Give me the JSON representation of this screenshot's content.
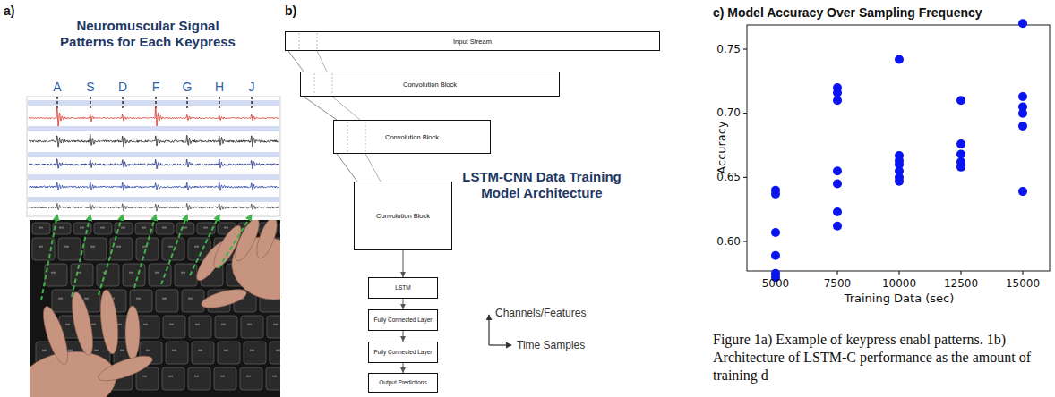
{
  "diagram": {
    "caption": "Figure 1a) Example of keypress enabl patterns. 1b) Architecture of LSTM-C performance as the amount of training d",
    "nodes": [
      {
        "text": [
          "Input Stream"
        ]
      },
      {
        "text": [
          "Convolution Block"
        ]
      },
      {
        "text": [
          "Convolution Block"
        ]
      },
      {
        "text": [
          "Convolution Block"
        ]
      },
      {
        "text": [
          "LSTM"
        ]
      },
      {
        "text": [
          "Fully Connected Layer"
        ]
      },
      {
        "text": [
          "Fully Connected Layer"
        ]
      },
      {
        "text": [
          "Output Predictions"
        ]
      }
    ],
    "edges": [
      {
        "from": 0,
        "to": 1,
        "arrow": "none"
      },
      {
        "from": 1,
        "to": 2,
        "arrow": "none"
      },
      {
        "from": 2,
        "to": 3,
        "arrow": "none"
      },
      {
        "from": 3,
        "to": 4,
        "arrow": "to"
      },
      {
        "from": 4,
        "to": 5,
        "arrow": "to"
      },
      {
        "from": 5,
        "to": 6,
        "arrow": "to"
      },
      {
        "from": 6,
        "to": 7,
        "arrow": "to"
      }
    ],
    "labels": [
      "a)",
      "Neuromuscular Signal Patterns for Each Keypress",
      "A",
      "S",
      "D",
      "F",
      "G",
      "H",
      "J",
      "b)",
      "LSTM-CNN Data Training Model Architecture",
      "Channels/Features",
      "Time Samples",
      "c) Model Accuracy Over Sampling Frequency",
      "0.75",
      "0.70",
      "0.65",
      "0.60",
      "5000",
      "7500",
      "10000",
      "12500",
      "15000",
      "Accuracy",
      "Training Data (sec)"
    ]
  }
}
